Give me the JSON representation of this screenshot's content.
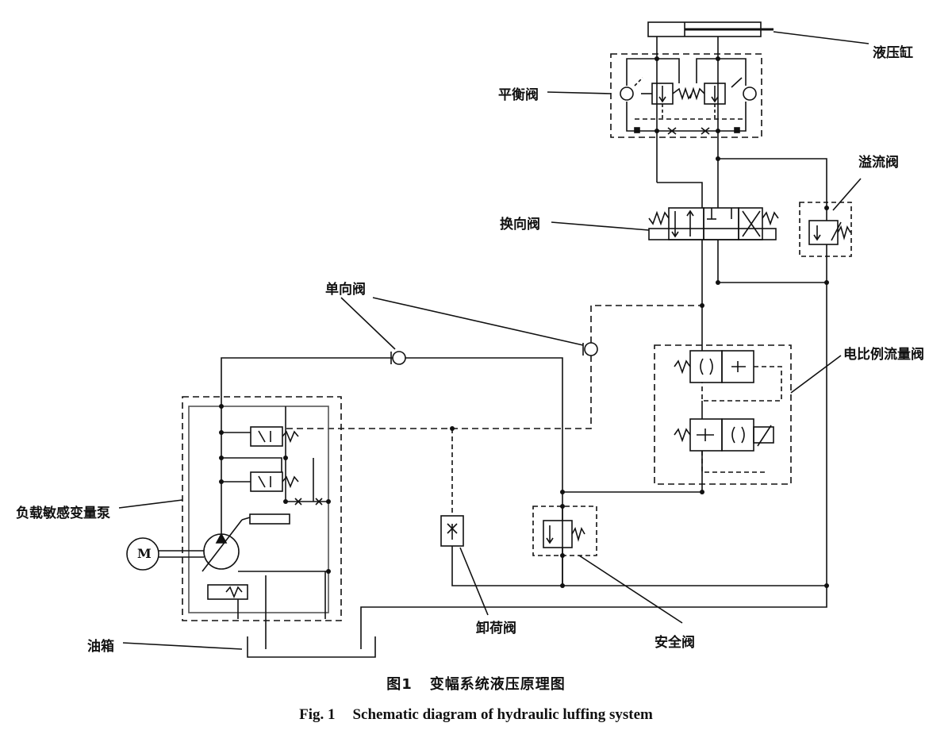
{
  "labels": {
    "cylinder": "液压缸",
    "balance_valve": "平衡阀",
    "relief_valve": "溢流阀",
    "directional_valve": "换向阀",
    "check_valve": "单向阀",
    "proportional_flow_valve": "电比例流量阀",
    "pump": "负载敏感变量泵",
    "motor": "M",
    "unloading_valve": "卸荷阀",
    "safety_valve": "安全阀",
    "tank": "油箱"
  },
  "caption": {
    "cn_number": "图1",
    "cn_title": "变幅系统液压原理图",
    "en_number": "Fig. 1",
    "en_title": "Schematic diagram of hydraulic luffing system"
  }
}
